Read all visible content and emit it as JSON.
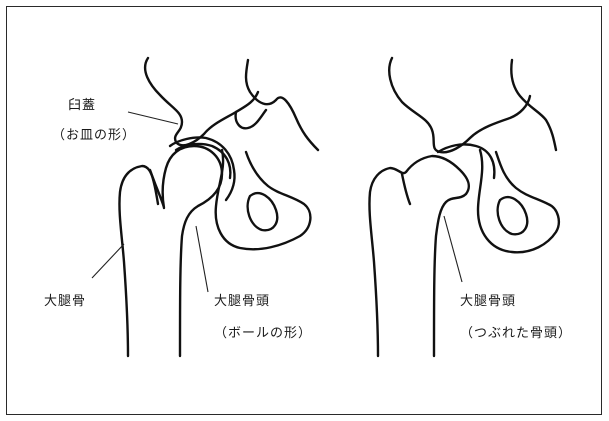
{
  "labels": {
    "acetabulum": "臼蓋",
    "acetabulum_note": "（お皿の形）",
    "femur": "大腿骨",
    "femoral_head_normal": "大腿骨頭",
    "femoral_head_normal_note": "（ボールの形）",
    "femoral_head_collapsed": "大腿骨頭",
    "femoral_head_collapsed_note": "（つぶれた骨頭）"
  },
  "colors": {
    "line": "#111111",
    "background": "#ffffff",
    "border": "#2a2a2a"
  }
}
